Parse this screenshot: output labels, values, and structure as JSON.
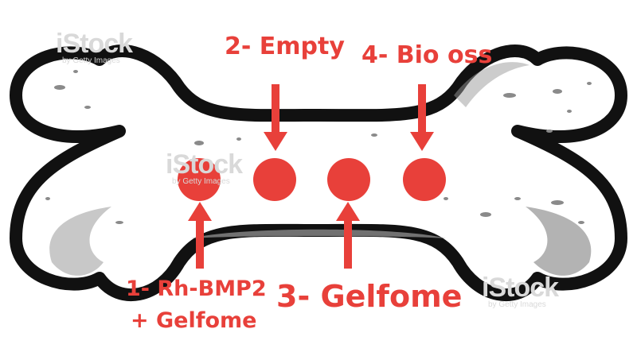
{
  "labels": {
    "site1_line1": "1- Rh-BMP2",
    "site1_line2": "+ Gelfome",
    "site2": "2- Empty",
    "site3": "3- Gelfome",
    "site4": "4- Bio oss"
  },
  "watermark": {
    "brand": "iStock",
    "byline": "by Getty Images"
  },
  "colors": {
    "marker": "#e8403a",
    "outline": "#111111",
    "bone_fill": "#ffffff",
    "shading": "#9a9a9a",
    "watermark": "#d9d9d9"
  }
}
